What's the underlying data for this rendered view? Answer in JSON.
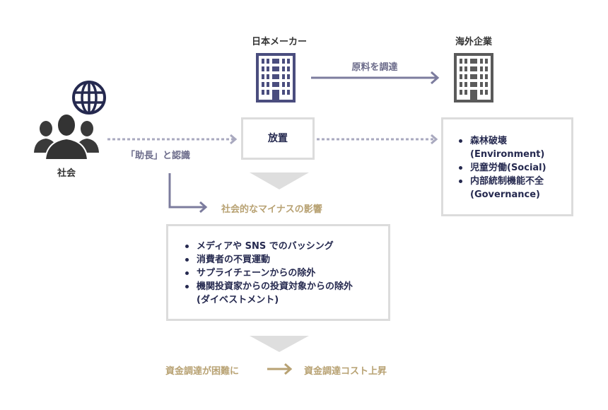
{
  "nodes": {
    "society": {
      "label": "社会",
      "icons": [
        "people-group-icon",
        "globe-icon"
      ]
    },
    "japan_maker": {
      "label": "日本メーカー",
      "icon": "building-icon"
    },
    "foreign_company": {
      "label": "海外企業",
      "icon": "building-icon"
    },
    "neglect_box": {
      "label": "放置"
    }
  },
  "edges": {
    "procurement": {
      "label": "原料を調達"
    },
    "recognized_as": {
      "label": "「助長」と認識"
    },
    "social_negative": {
      "label": "社会的なマイナスの影響"
    }
  },
  "foreign_issues": [
    {
      "text": "森林破壊",
      "sub": "(Environment)"
    },
    {
      "text": "児童労働(Social)",
      "sub": ""
    },
    {
      "text": "内部統制機能不全",
      "sub": "(Governance)"
    }
  ],
  "impacts": [
    {
      "text": "メディアや SNS でのバッシング",
      "sub": ""
    },
    {
      "text": "消費者の不買運動",
      "sub": ""
    },
    {
      "text": "サプライチェーンからの除外",
      "sub": ""
    },
    {
      "text": "機関投資家からの投資対象からの除外",
      "sub": "(ダイベストメント)"
    }
  ],
  "outcome": {
    "left": "資金調達が困難に",
    "right": "資金調達コスト上昇"
  },
  "colors": {
    "navy": "#25294f",
    "building_navy": "#4a4d7e",
    "building_gray": "#5a5a5a",
    "arrow": "#7c7c9e",
    "gold": "#b8a273",
    "box_border": "#dcdcdc",
    "triangle": "#dedede"
  }
}
